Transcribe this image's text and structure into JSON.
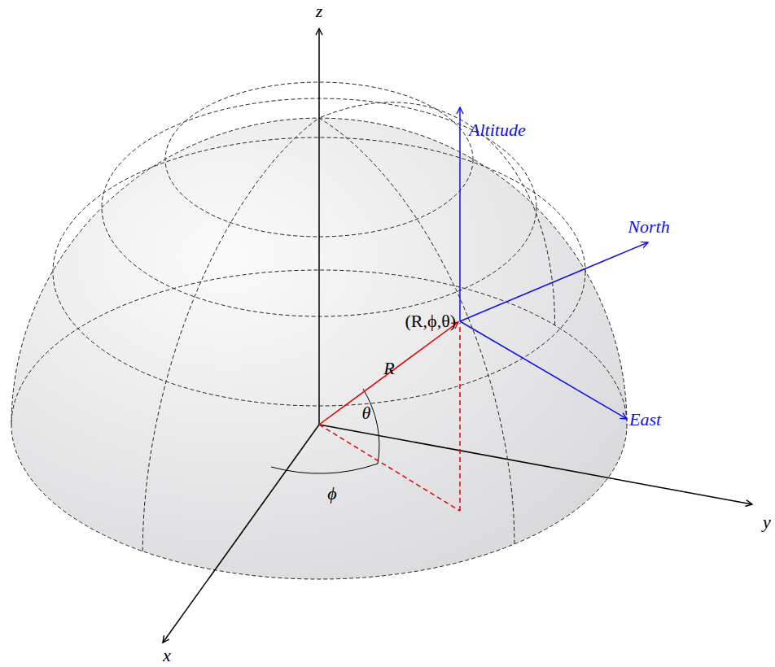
{
  "diagram": {
    "labels": [
      "z",
      "Altitude",
      "North",
      "(R,ϕ,θ)",
      "R",
      "θ",
      "East",
      "ϕ",
      "y",
      "x"
    ]
  }
}
